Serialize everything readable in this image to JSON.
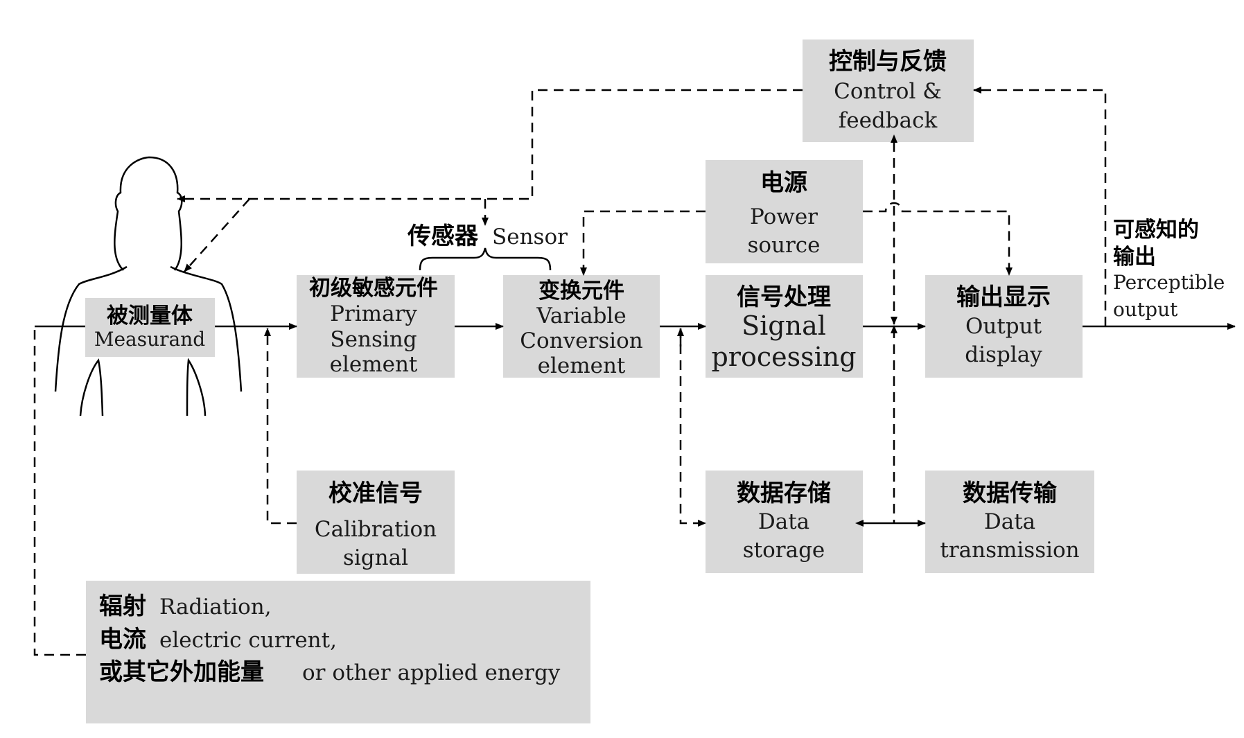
{
  "measurand": {
    "zh": "被测量体",
    "en": "Measurand"
  },
  "sensor": {
    "zh": "传感器",
    "en": "Sensor"
  },
  "primary": {
    "zh": "初级敏感元件",
    "en1": "Primary",
    "en2": "Sensing",
    "en3": "element"
  },
  "conversion": {
    "zh": "变换元件",
    "en1": "Variable",
    "en2": "Conversion",
    "en3": "element"
  },
  "signal": {
    "zh": "信号处理",
    "en1": "Signal",
    "en2": "processing"
  },
  "output": {
    "zh": "输出显示",
    "en1": "Output",
    "en2": "display"
  },
  "power": {
    "zh": "电源",
    "en1": "Power",
    "en2": "source"
  },
  "control": {
    "zh": "控制与反馈",
    "en1": "Control &",
    "en2": "feedback"
  },
  "calibration": {
    "zh": "校准信号",
    "en1": "Calibration",
    "en2": "signal"
  },
  "storage": {
    "zh": "数据存储",
    "en1": "Data",
    "en2": "storage"
  },
  "transmission": {
    "zh": "数据传输",
    "en1": "Data",
    "en2": "transmission"
  },
  "perceptible": {
    "zh1": "可感知的",
    "zh2": "输出",
    "en1": "Perceptible",
    "en2": "output"
  },
  "energy": {
    "zh1": "辐射",
    "en1": "Radiation,",
    "zh2": "电流",
    "en2": "electric current,",
    "zh3": "或其它外加能量",
    "en3": "or other applied energy"
  },
  "colors": {
    "box_fill": "#d9d9d9",
    "line": "#000000"
  }
}
